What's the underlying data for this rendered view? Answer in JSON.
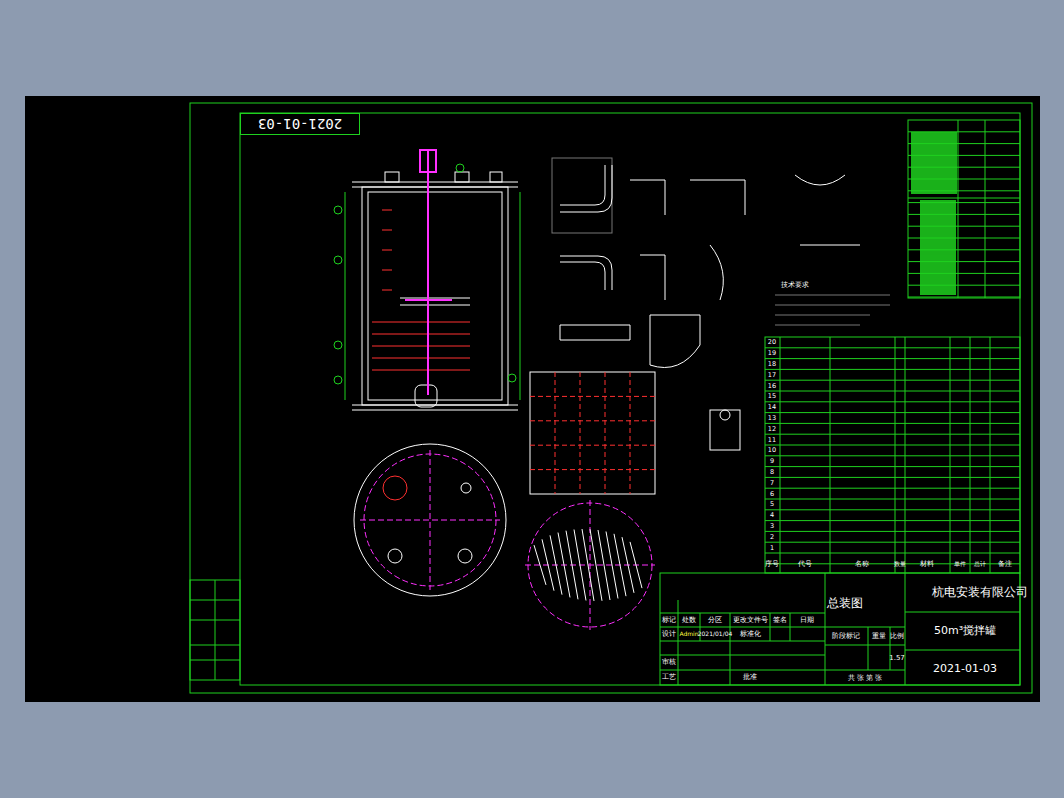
{
  "diagram": {
    "nodes": [
      {
        "text": [
          "2021-01-03"
        ]
      }
    ],
    "labels": [
      "总装图",
      "杭电安装有限公司",
      "50m³搅拌罐",
      "2021-01-03",
      "标记",
      "处数",
      "分区",
      "更改文件号",
      "签名",
      "日期",
      "设计",
      "Admin",
      "2021/01/04",
      "标准化",
      "阶段标记",
      "重量",
      "比例",
      "1.57",
      "审核",
      "工艺",
      "批准",
      "共 张 第 张",
      "序号",
      "代号",
      "名称",
      "数量",
      "材料",
      "单件",
      "总计",
      "备注",
      "20",
      "19",
      "18",
      "17",
      "16",
      "15",
      "14",
      "13",
      "12",
      "11",
      "10",
      "9",
      "8",
      "7",
      "6",
      "5",
      "4",
      "3",
      "2",
      "1",
      "技术要求"
    ]
  }
}
